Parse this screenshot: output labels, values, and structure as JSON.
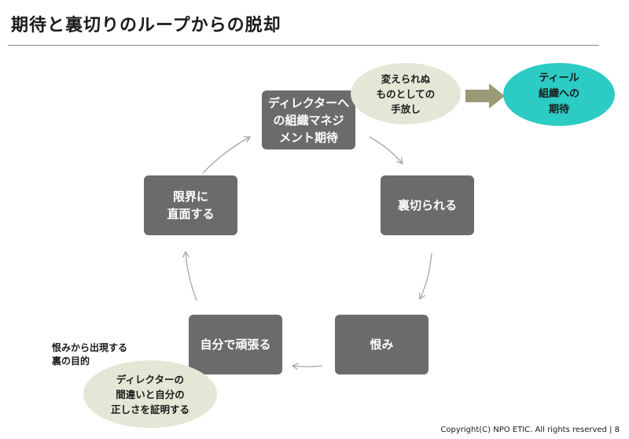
{
  "title": "期待と裏切りのループからの脱却",
  "nodes": {
    "director_management": "ディレクターへ\nの組織マネジ\nメント期待",
    "betrayed": "裏切られる",
    "resentment": "恨み",
    "self_effort": "自分で頑張る",
    "limit": "限界に\n直面する"
  },
  "bubbles": {
    "letting_go": "変えられぬ\nものとしての\n手放し",
    "teal_expectation": "ティール\n組織への\n期待",
    "prove": "ディレクターの\n間違いと自分の\n正しさを証明する"
  },
  "note": "恨みから出現する\n裏の目的",
  "footer": "Copyright(C)  NPO ETIC. All rights reserved  |  8",
  "colors": {
    "node": "#6b6b6b",
    "bubble_beige": "#e6e6d6",
    "bubble_teal": "#2ccbc4",
    "big_arrow": "#9a9a78",
    "cycle_arrow": "#a6a6a6"
  }
}
